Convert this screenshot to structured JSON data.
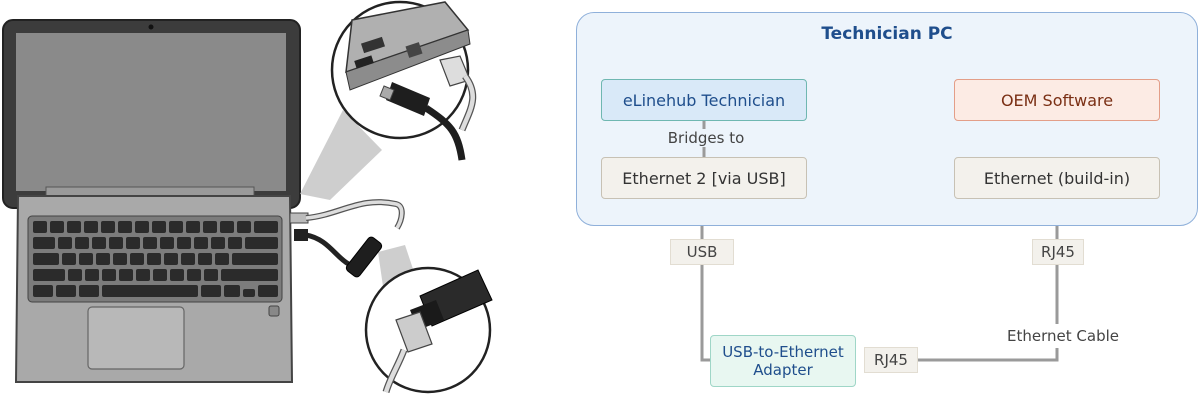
{
  "diagram": {
    "pc_title": "Technician PC",
    "nodes": {
      "elinehub": "eLinehub Technician",
      "oem": "OEM Software",
      "ethernet2": "Ethernet 2 [via USB]",
      "ethernet": "Ethernet (build-in)",
      "adapter_line1": "USB-to-Ethernet",
      "adapter_line2": "Adapter"
    },
    "labels": {
      "bridges_to": "Bridges to",
      "usb": "USB",
      "rj45_right": "RJ45",
      "rj45_bottom": "RJ45",
      "ethernet_cable": "Ethernet Cable"
    }
  },
  "colors": {
    "pc_border": "#8fb0da",
    "pc_fill": "#edf4fb",
    "title_text": "#1f4e8c",
    "connector_line": "#9a9a9a"
  }
}
